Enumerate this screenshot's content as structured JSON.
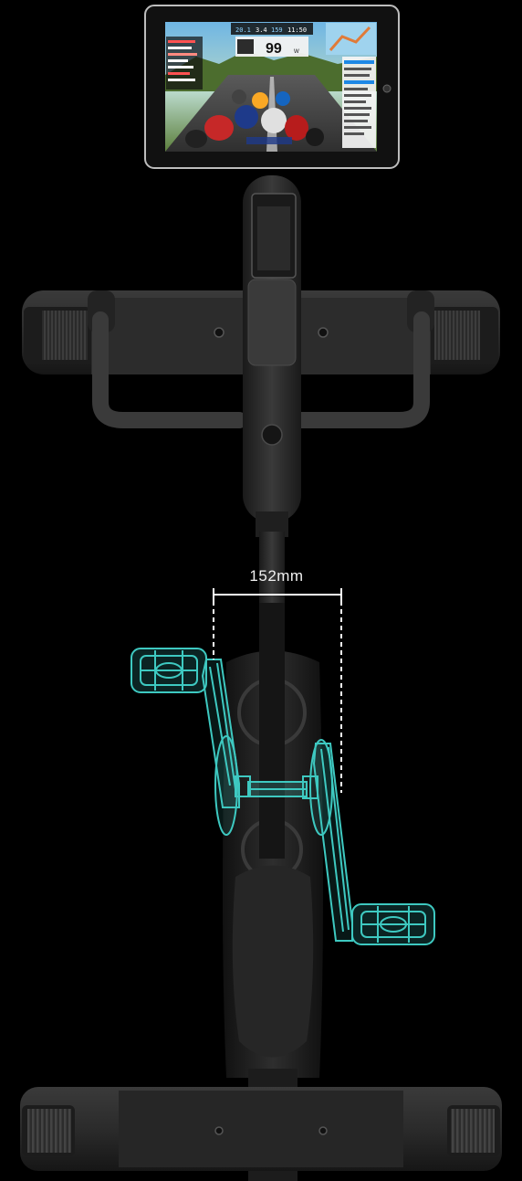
{
  "measurement": {
    "label": "152mm"
  },
  "tablet_screen": {
    "stat_1": "20.1",
    "stat_2": "3.4",
    "stat_3": "159",
    "stat_4": "11:50",
    "power_value": "99",
    "power_unit": "w"
  },
  "colors": {
    "background": "#000000",
    "wireframe": "#3ec9c1",
    "frame": "#2a2a2a",
    "dimension_line": "#ffffff"
  }
}
